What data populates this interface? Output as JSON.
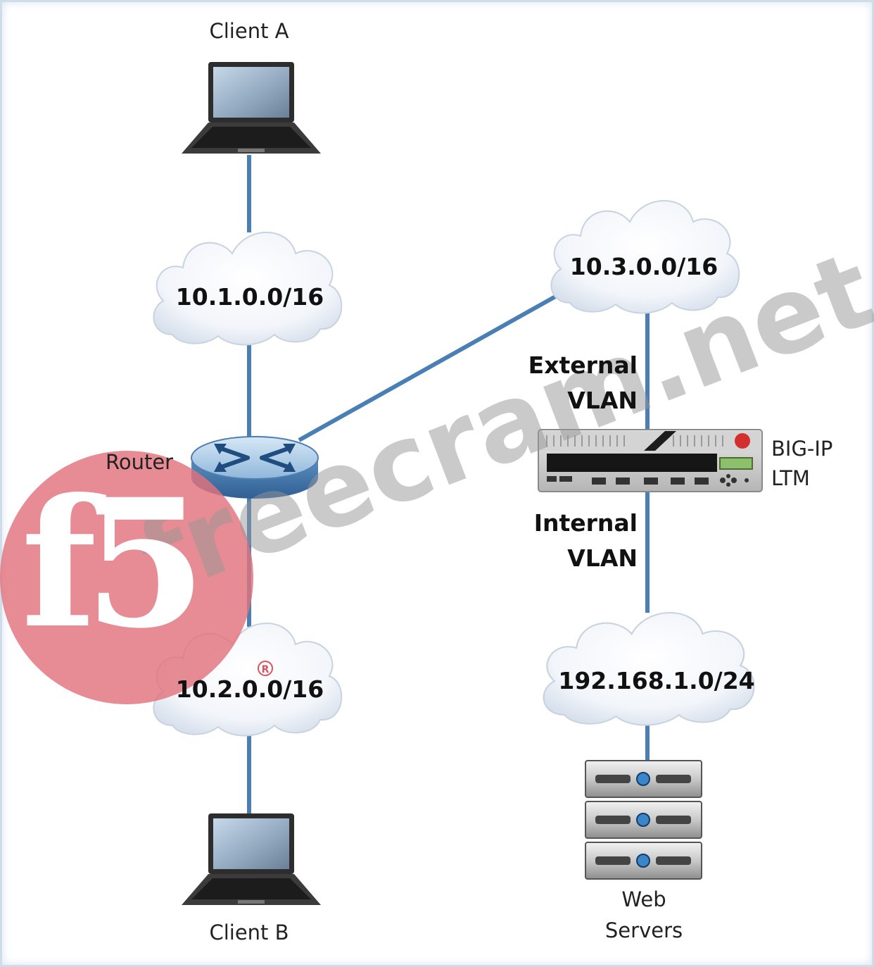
{
  "nodes": {
    "client_a": "Client A",
    "client_b": "Client B",
    "router": "Router",
    "bigip_line1": "BIG-IP",
    "bigip_line2": "LTM",
    "web_line1": "Web",
    "web_line2": "Servers"
  },
  "networks": {
    "net_a": "10.1.0.0/16",
    "net_b": "10.2.0.0/16",
    "net_ext": "10.3.0.0/16",
    "net_int": "192.168.1.0/24"
  },
  "vlans": {
    "external_line1": "External",
    "external_line2": "VLAN",
    "internal_line1": "Internal",
    "internal_line2": "VLAN"
  },
  "watermark": {
    "text": "freecram.net",
    "logo_text": "f5",
    "registered": "R"
  },
  "colors": {
    "link": "#4a7fb5",
    "cloud_fill": "#eef2f8",
    "watermark_logo": "#e2737c"
  }
}
